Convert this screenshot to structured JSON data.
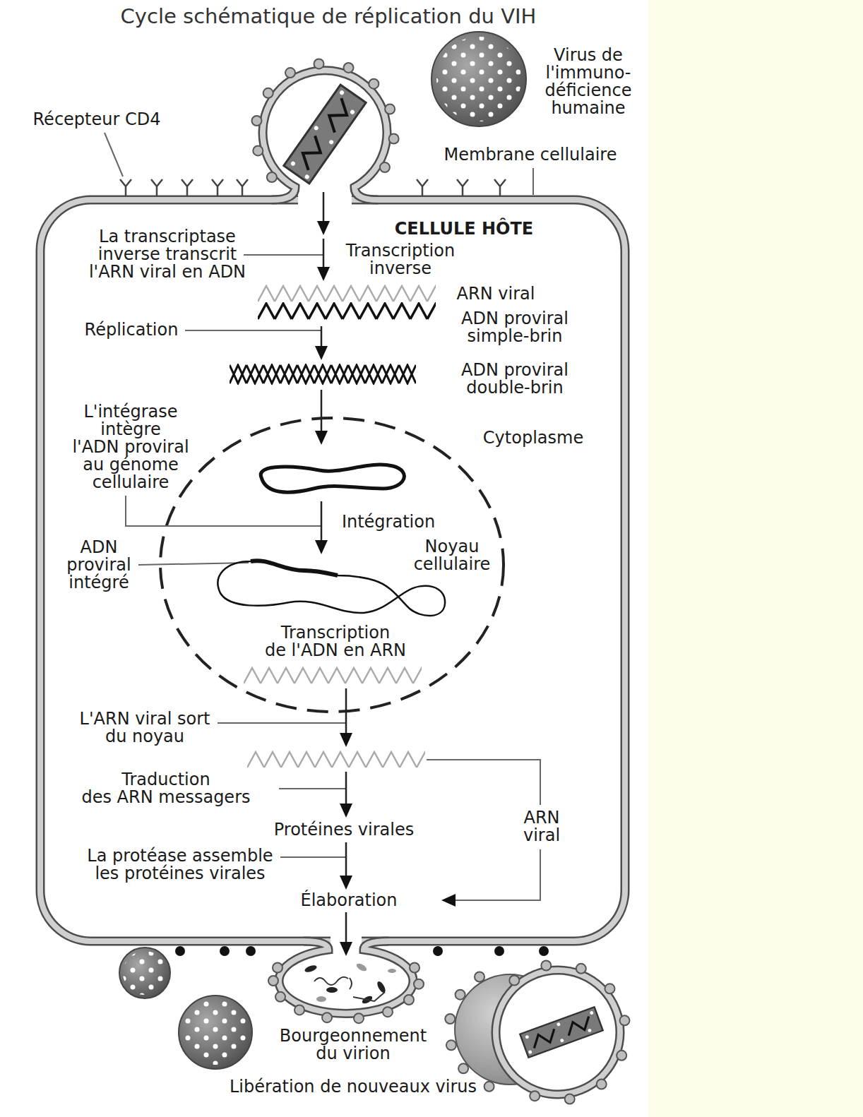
{
  "diagram": {
    "title": "Cycle schématique de réplication du VIH",
    "nodes": [
      {
        "text": [
          "CELLULE HÔTE"
        ]
      },
      {
        "text": [
          "Noyau cellulaire"
        ],
        "in": 0
      }
    ],
    "labels": [
      "Récepteur CD4",
      "Virus de l'immuno- déficience humaine",
      "Membrane cellulaire",
      "La transcriptase inverse transcrit l'ARN viral en ADN",
      "Transcription inverse",
      "ARN viral",
      "ADN proviral simple-brin",
      "Réplication",
      "ADN proviral double-brin",
      "L'intégrase intègre l'ADN proviral au génome cellulaire",
      "Cytoplasme",
      "Intégration",
      "ADN proviral intégré",
      "Transcription de l'ADN en ARN",
      "L'ARN viral sort du noyau",
      "Traduction des ARN messagers",
      "ARN viral",
      "Protéines virales",
      "La protéase assemble les protéines virales",
      "Élaboration",
      "Bourgeonnement du virion",
      "Libération de nouveaux virus"
    ]
  }
}
